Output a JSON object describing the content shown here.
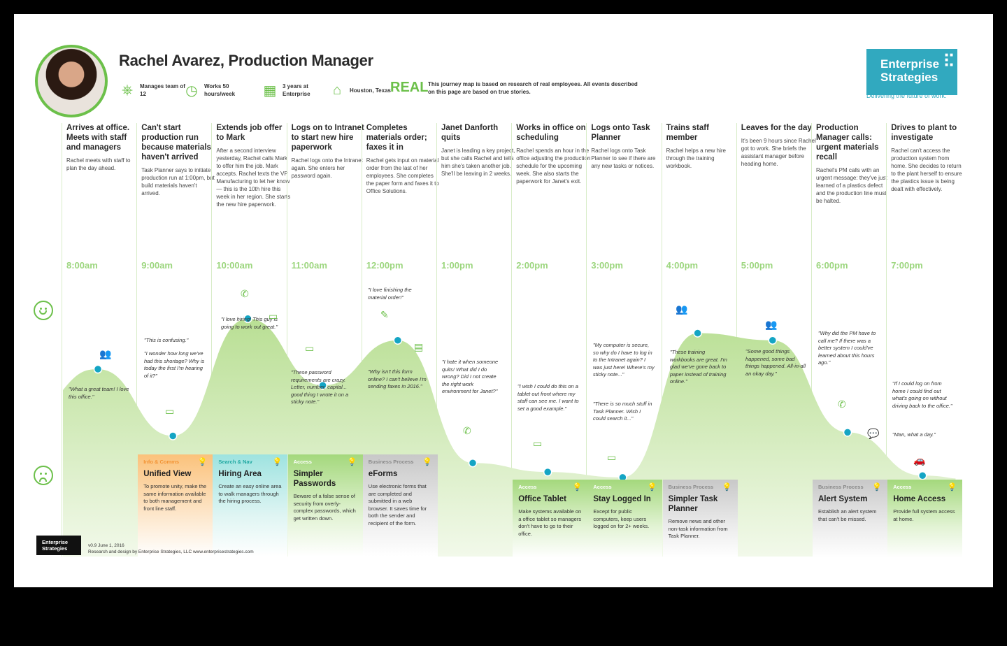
{
  "persona": {
    "name_title": "Rachel Avarez, Production Manager",
    "stats": [
      {
        "icon": "org-chart-icon",
        "glyph": "⎈",
        "text": "Manages team of 12"
      },
      {
        "icon": "clock-icon",
        "glyph": "◷",
        "text": "Works 50 hours/week"
      },
      {
        "icon": "calendar-icon",
        "glyph": "▦",
        "text": "3 years at Enterprise"
      },
      {
        "icon": "house-icon",
        "glyph": "⌂",
        "text": "Houston, Texas"
      }
    ],
    "real_label": "REAL",
    "real_note": "This journey map is based on research of real employees. All events described on this page are based on true stories."
  },
  "brand": {
    "logo_line1": "Enterprise",
    "logo_line2": "Strategies",
    "tagline": "Delivering the future of work.",
    "accent": "#31a9bf",
    "green": "#6cc04a"
  },
  "events": [
    {
      "title": "Arrives at office. Meets with staff and managers",
      "desc": "Rachel meets with staff to plan the day ahead.",
      "time": "8:00am"
    },
    {
      "title": "Can't start production run because materials haven't arrived",
      "desc": "Task Planner says to initiate production run at 1:00pm, but build materials haven't arrived.",
      "time": "9:00am"
    },
    {
      "title": "Extends job offer to Mark",
      "desc": "After a second interview yesterday, Rachel calls Mark to offer him the job. Mark accepts. Rachel texts the VP Manufacturing to let her know — this is the 10th hire this week in her region. She starts the new hire paperwork.",
      "time": "10:00am"
    },
    {
      "title": "Logs on to Intranet to start new hire paperwork",
      "desc": "Rachel logs onto the Intranet again. She enters her password again.",
      "time": "11:00am"
    },
    {
      "title": "Completes materials order; faxes it in",
      "desc": "Rachel gets input on material order from the last of her employees. She completes the paper form and faxes it to Office Solutions.",
      "time": "12:00pm"
    },
    {
      "title": "Janet Danforth quits",
      "desc": "Janet is leading a key project, but she calls Rachel and tells him she's taken another job. She'll be leaving in 2 weeks.",
      "time": "1:00pm"
    },
    {
      "title": "Works in office on scheduling",
      "desc": "Rachel spends an hour in the office adjusting the production schedule for the upcoming week. She also starts the paperwork for Janet's exit.",
      "time": "2:00pm"
    },
    {
      "title": "Logs onto Task Planner",
      "desc": "Rachel logs onto Task Planner to see if there are any new tasks or notices.",
      "time": "3:00pm"
    },
    {
      "title": "Trains staff member",
      "desc": "Rachel helps a new hire through the training workbook.",
      "time": "4:00pm"
    },
    {
      "title": "Leaves for the day",
      "desc": "It's been 9 hours since Rachel got to work. She briefs the assistant manager before heading home.",
      "time": "5:00pm"
    },
    {
      "title": "Production Manager calls: urgent materials recall",
      "desc": "Rachel's PM calls with an urgent message: they've just learned of a plastics defect and the production line must be halted.",
      "time": "6:00pm"
    },
    {
      "title": "Drives to plant to investigate",
      "desc": "Rachel can't access the production system from home. She decides to return to the plant herself to ensure the plastics issue is being dealt with effectively.",
      "time": "7:00pm"
    }
  ],
  "emotion_curve": [
    0.62,
    0.25,
    0.9,
    0.53,
    0.78,
    0.1,
    0.05,
    0.02,
    0.82,
    0.78,
    0.27,
    0.03
  ],
  "quotes": [
    "\"What a great team! I love this office.\"",
    "\"This is confusing.\"",
    "\"I wonder how long we've had this shortage? Why is today the first I'm hearing of it?\"",
    "\"I love hiring! This guy is going to work out great.\"",
    "\"These password requirements are crazy. Letter, number, capital... good thing I wrote it on a sticky note.\"",
    "\"I love finishing the material order!\"",
    "\"Why isn't this form online? I can't believe I'm sending faxes in 2016.\"",
    "\"I hate it when someone quits! What did I do wrong? Did I not create the right work environment for Janet?\"",
    "\"I wish I could do this on a tablet out front where my staff can see me. I want to set a good example.\"",
    "\"My computer is secure, so why do I have to log in to the Intranet again? I was just here! Where's my sticky note...\"",
    "\"There is so much stuff in Task Planner. Wish I could search it...\"",
    "\"These training workbooks are great. I'm glad we've gone back to paper instead of training online.\"",
    "\"Some good things happened, some bad things happened. All-in-all an okay day.\"",
    "\"Why did the PM have to call me? If there was a better system I could've learned about this hours ago.\"",
    "\"If I could log on from home I could find out what's going on without driving back to the office.\"",
    "\"Man, what a day.\""
  ],
  "opportunities": [
    {
      "col": 1,
      "category": "Info & Comms",
      "title": "Unified View",
      "desc": "To promote unity, make the same information available to both management and front line staff.",
      "color": "orange"
    },
    {
      "col": 2,
      "category": "Search & Nav",
      "title": "Hiring Area",
      "desc": "Create an easy online area to walk managers through the hiring process.",
      "color": "teal"
    },
    {
      "col": 3,
      "category": "Access",
      "title": "Simpler Passwords",
      "desc": "Beware of a false sense of security from overly-complex passwords, which get written down.",
      "color": "green"
    },
    {
      "col": 4,
      "category": "Business Process",
      "title": "eForms",
      "desc": "Use electronic forms that are completed and submitted in a web browser. It saves time for both the sender and recipient of the form.",
      "color": "grey"
    },
    {
      "col": 6,
      "category": "Access",
      "title": "Office Tablet",
      "desc": "Make systems available on a office tablet so managers don't have to go to their office.",
      "color": "green"
    },
    {
      "col": 7,
      "category": "Access",
      "title": "Stay Logged In",
      "desc": "Except for public computers, keep users logged on for 2+ weeks.",
      "color": "green"
    },
    {
      "col": 8,
      "category": "Business Process",
      "title": "Simpler Task Planner",
      "desc": "Remove news and other non-task information from Task Planner.",
      "color": "grey"
    },
    {
      "col": 10,
      "category": "Business Process",
      "title": "Alert System",
      "desc": "Establish an alert system that can't be missed.",
      "color": "grey"
    },
    {
      "col": 11,
      "category": "Access",
      "title": "Home Access",
      "desc": "Provide full system access at home.",
      "color": "green"
    }
  ],
  "footer": {
    "box_line1": "Enterprise",
    "box_line2": "Strategies",
    "version": "v0.9 June 1, 2016",
    "credit": "Research and design by Enterprise Strategies, LLC  www.enterprisestrategies.com"
  }
}
